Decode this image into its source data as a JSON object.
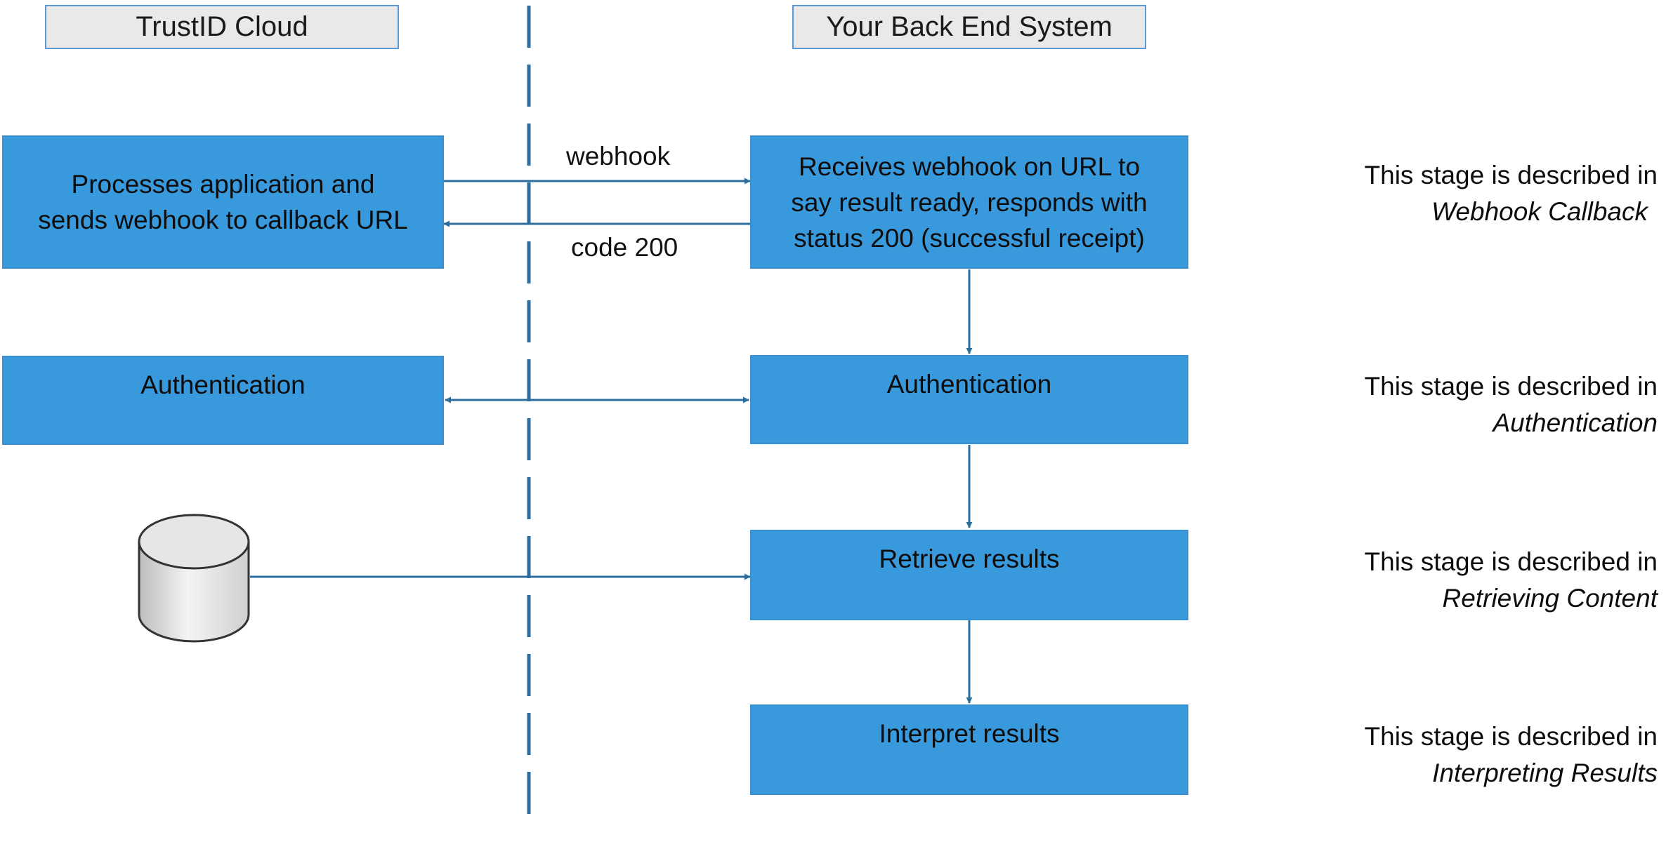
{
  "lanes": {
    "left": "TrustID Cloud",
    "right": "Your Back End System"
  },
  "boxes": {
    "process": "Processes application and\nsends webhook to callback URL",
    "receive": "Receives webhook on URL to\nsay result ready, responds with\nstatus 200 (successful receipt)",
    "auth_left": "Authentication",
    "auth_right": "Authentication",
    "retrieve": "Retrieve results",
    "interpret": "Interpret results"
  },
  "arrow_labels": {
    "webhook": "webhook",
    "code": "code 200"
  },
  "notes": [
    {
      "prefix": "This stage is described in",
      "ref": "Webhook Callback"
    },
    {
      "prefix": "This stage is described in",
      "ref": "Authentication"
    },
    {
      "prefix": "This stage is described in",
      "ref": "Retrieving Content"
    },
    {
      "prefix": "This stage is described in",
      "ref": "Interpreting Results"
    }
  ],
  "colors": {
    "box_fill": "#3999dd",
    "line": "#2a6d9e",
    "header_fill": "#e9e9e9",
    "header_border": "#5b9bd5"
  },
  "icons": {
    "database": "database-icon"
  }
}
